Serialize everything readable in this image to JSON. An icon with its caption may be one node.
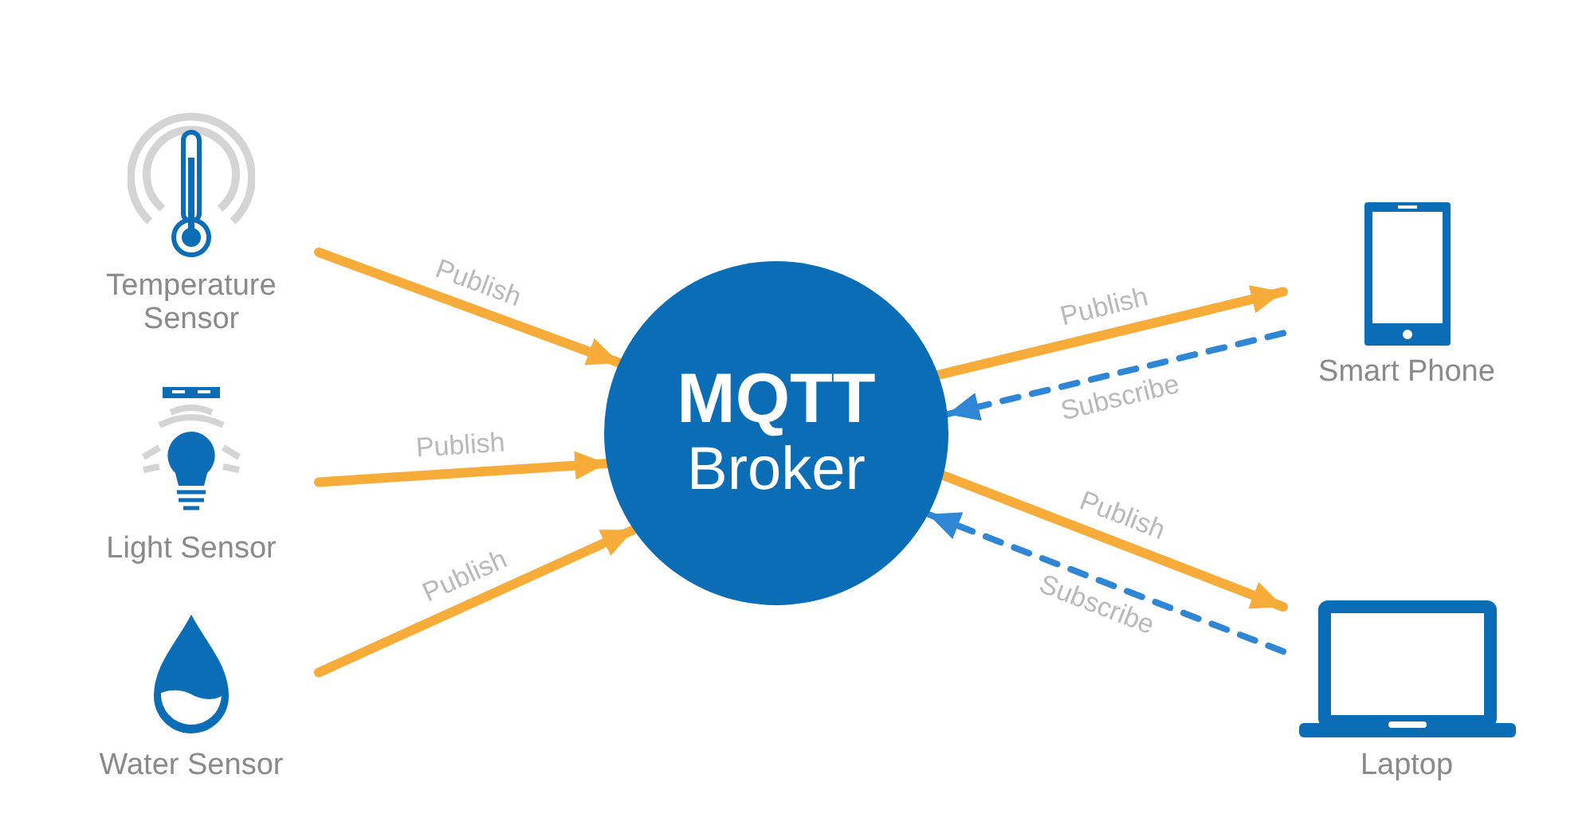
{
  "diagram": {
    "nodes": [
      {
        "text": [
          "Temperature Sensor"
        ]
      },
      {
        "text": [
          "Light Sensor"
        ]
      },
      {
        "text": [
          "Water Sensor"
        ]
      },
      {
        "text": [
          "MQTT",
          "Broker"
        ]
      },
      {
        "text": [
          "Smart Phone"
        ]
      },
      {
        "text": [
          "Laptop"
        ]
      }
    ],
    "edges": [
      {
        "from": 0,
        "to": 3,
        "arrow": "to",
        "label": "Publish"
      },
      {
        "from": 1,
        "to": 3,
        "arrow": "to",
        "label": "Publish"
      },
      {
        "from": 2,
        "to": 3,
        "arrow": "to",
        "label": "Publish"
      },
      {
        "from": 3,
        "to": 4,
        "arrow": "to",
        "label": "Publish"
      },
      {
        "from": 4,
        "to": 3,
        "arrow": "to",
        "label": "Subscribe",
        "style": "dashed",
        "color": "#2e86d4"
      },
      {
        "from": 3,
        "to": 5,
        "arrow": "to",
        "label": "Publish"
      },
      {
        "from": 5,
        "to": 3,
        "arrow": "to",
        "label": "Subscribe",
        "style": "dashed",
        "color": "#2e86d4"
      }
    ]
  }
}
